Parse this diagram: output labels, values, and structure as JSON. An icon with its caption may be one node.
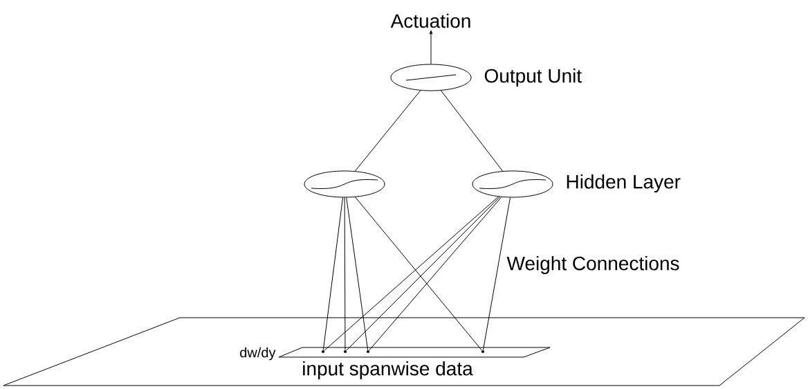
{
  "diagram": {
    "nodes": [
      {
        "text": [
          "Actuation"
        ]
      },
      {
        "text": [],
        "shape": "ellipse",
        "beside": [
          "Output Unit"
        ]
      },
      {
        "text": [],
        "shape": "ellipse"
      },
      {
        "text": [],
        "shape": "ellipse",
        "beside": [
          "Hidden Layer"
        ]
      },
      {
        "text": [],
        "shape": "parallelogram",
        "beside": [
          "dw/dy",
          "input spanwise data"
        ]
      },
      {
        "text": [],
        "shape": "point",
        "in": 4
      },
      {
        "text": [],
        "shape": "point",
        "in": 4
      },
      {
        "text": [],
        "shape": "point",
        "in": 4
      },
      {
        "text": [],
        "shape": "point",
        "in": 4
      }
    ],
    "edges": [
      {
        "from": 1,
        "to": 0,
        "arrow": "to"
      },
      {
        "from": 1,
        "to": 2,
        "arrow": "none"
      },
      {
        "from": 1,
        "to": 3,
        "arrow": "none"
      },
      {
        "from": 2,
        "to": 5,
        "arrow": "none"
      },
      {
        "from": 2,
        "to": 6,
        "arrow": "none"
      },
      {
        "from": 2,
        "to": 7,
        "arrow": "none"
      },
      {
        "from": 2,
        "to": 8,
        "arrow": "none"
      },
      {
        "from": 3,
        "to": 5,
        "arrow": "none"
      },
      {
        "from": 3,
        "to": 6,
        "arrow": "none"
      },
      {
        "from": 3,
        "to": 7,
        "arrow": "none"
      },
      {
        "from": 3,
        "to": 8,
        "arrow": "none"
      }
    ],
    "labels": [
      "Weight Connections"
    ]
  }
}
